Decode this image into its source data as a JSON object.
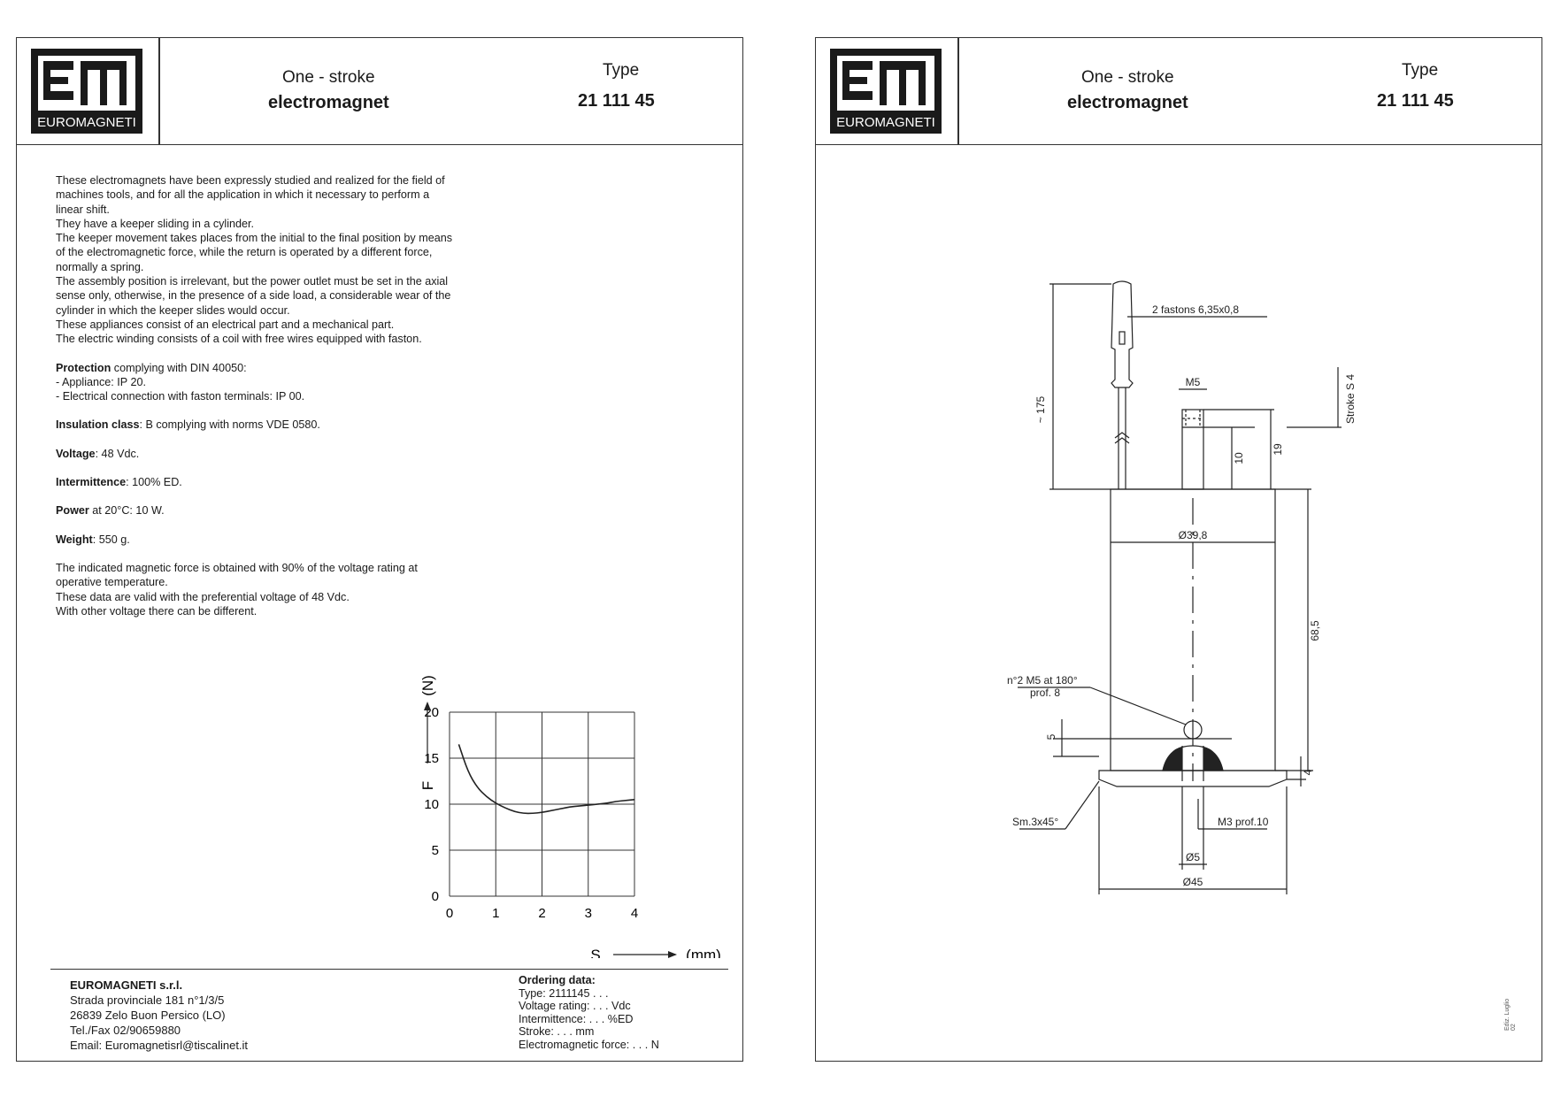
{
  "header": {
    "logo_text": "EUROMAGNETI",
    "title_line1": "One - stroke",
    "title_line2": "electromagnet",
    "type_label": "Type",
    "type_value": "21 111 45"
  },
  "description": [
    "These electromagnets have been expressly studied and realized for the field of machines tools, and for all the application in which it necessary to perform a linear shift.",
    "They have a keeper sliding in a cylinder.",
    "The keeper movement takes places from the initial to the final position by means of the electromagnetic force, while the return is operated by a different force, normally a spring.",
    "The assembly position is irrelevant, but the power outlet must be set in the axial sense only, otherwise, in the presence of a side load, a considerable wear of the cylinder in which the keeper slides would occur.",
    "These appliances consist of an electrical part and a mechanical part.",
    "The electric winding consists of a coil with free wires equipped with faston."
  ],
  "specs": {
    "protection_label": "Protection",
    "protection_text": " complying with DIN 40050:",
    "protection_line2": "- Appliance: IP 20.",
    "protection_line3": "- Electrical connection with faston terminals: IP 00.",
    "insulation_label": "Insulation class",
    "insulation_text": ": B complying with norms VDE 0580.",
    "voltage_label": "Voltage",
    "voltage_text": ": 48 Vdc.",
    "intermittence_label": "Intermittence",
    "intermittence_text": ": 100% ED.",
    "power_label": "Power",
    "power_text": " at 20°C: 10 W.",
    "weight_label": "Weight",
    "weight_text": ": 550 g."
  },
  "notes": [
    "The indicated magnetic force is obtained with 90% of the voltage rating at operative temperature.",
    "These data are valid with the preferential voltage of 48 Vdc.",
    "With other voltage there can be different."
  ],
  "chart_data": {
    "type": "line",
    "xlabel": "S",
    "xunit": "(mm)",
    "ylabel": "F",
    "yunit": "(N)",
    "xlim": [
      0,
      4
    ],
    "ylim": [
      0,
      20
    ],
    "xticks": [
      "0",
      "1",
      "2",
      "3",
      "4"
    ],
    "yticks": [
      "0",
      "5",
      "10",
      "15",
      "20"
    ],
    "grid": true,
    "series": [
      {
        "x": [
          0.2,
          0.4,
          0.6,
          0.8,
          1.0,
          1.2,
          1.4,
          1.6,
          1.8,
          2.0,
          2.2,
          2.4,
          2.6,
          2.8,
          3.0,
          3.2,
          3.4,
          3.6,
          3.8,
          4.0
        ],
        "y": [
          16.5,
          13.5,
          11.8,
          10.8,
          10.1,
          9.6,
          9.2,
          9.0,
          9.0,
          9.1,
          9.3,
          9.5,
          9.7,
          9.8,
          9.9,
          10.0,
          10.1,
          10.3,
          10.4,
          10.5
        ]
      }
    ]
  },
  "company": {
    "name": "EUROMAGNETI s.r.l.",
    "address1": "Strada provinciale 181 n°1/3/5",
    "address2": "26839 Zelo Buon Persico (LO)",
    "phone": "Tel./Fax 02/90659880",
    "email": "Email: Euromagnetisrl@tiscalinet.it"
  },
  "ordering": {
    "title": "Ordering data:",
    "type": "Type: 2111145 . . .",
    "voltage": "Voltage rating: . . . Vdc",
    "intermittence": "Intermittence: . . . %ED",
    "stroke": "Stroke: . . . mm",
    "force": "Electromagnetic force: . . . N"
  },
  "drawing": {
    "fastons": "2 fastons 6,35x0,8",
    "length": "~ 175",
    "m5": "M5",
    "stroke": "Stroke S 4",
    "dim10": "10",
    "dim19": "19",
    "diameter": "Ø39,8",
    "height": "68,5",
    "holes1": "n°2  M5 at 180°",
    "holes2": "prof. 8",
    "dim5": "5",
    "dim4": "4",
    "chamfer": "Sm.3x45°",
    "m3": "M3 prof.10",
    "d5": "Ø5",
    "d45": "Ø45",
    "edit": "Ediz. Luglio 02"
  }
}
